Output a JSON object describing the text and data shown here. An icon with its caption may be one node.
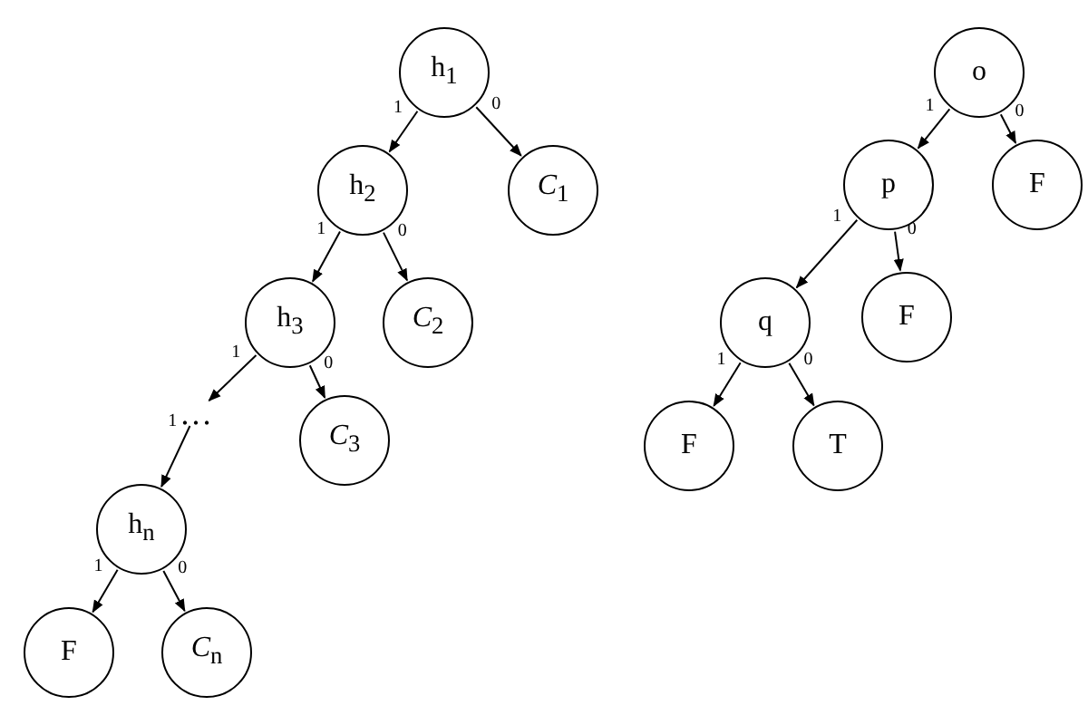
{
  "diagram": {
    "nodes": [
      {
        "text": [
          "h$_{1}$"
        ]
      },
      {
        "text": [
          "h$_{2}$"
        ]
      },
      {
        "text": [
          "*C*$_{1}$"
        ]
      },
      {
        "text": [
          "h$_{3}$"
        ]
      },
      {
        "text": [
          "*C*$_{2}$"
        ]
      },
      {
        "text": [
          "…"
        ]
      },
      {
        "text": [
          "*C*$_{3}$"
        ]
      },
      {
        "text": [
          "h$_{n}$"
        ]
      },
      {
        "text": [
          "F"
        ]
      },
      {
        "text": [
          "*C*$_{n}$"
        ]
      },
      {
        "text": [
          "o"
        ]
      },
      {
        "text": [
          "p"
        ]
      },
      {
        "text": [
          "F"
        ]
      },
      {
        "text": [
          "q"
        ]
      },
      {
        "text": [
          "F"
        ]
      },
      {
        "text": [
          "F"
        ]
      },
      {
        "text": [
          "T"
        ]
      }
    ],
    "edges": [
      {
        "from": 0,
        "to": 1,
        "arrow": "to",
        "label": "1"
      },
      {
        "from": 0,
        "to": 2,
        "arrow": "to",
        "label": "0"
      },
      {
        "from": 1,
        "to": 3,
        "arrow": "to",
        "label": "1"
      },
      {
        "from": 1,
        "to": 4,
        "arrow": "to",
        "label": "0"
      },
      {
        "from": 3,
        "to": 5,
        "arrow": "to",
        "label": "1"
      },
      {
        "from": 3,
        "to": 6,
        "arrow": "to",
        "label": "0"
      },
      {
        "from": 5,
        "to": 7,
        "arrow": "to",
        "label": "1"
      },
      {
        "from": 7,
        "to": 8,
        "arrow": "to",
        "label": "1"
      },
      {
        "from": 7,
        "to": 9,
        "arrow": "to",
        "label": "0"
      },
      {
        "from": 10,
        "to": 11,
        "arrow": "to",
        "label": "1"
      },
      {
        "from": 10,
        "to": 12,
        "arrow": "to",
        "label": "0"
      },
      {
        "from": 11,
        "to": 13,
        "arrow": "to",
        "label": "1"
      },
      {
        "from": 11,
        "to": 14,
        "arrow": "to",
        "label": "0"
      },
      {
        "from": 13,
        "to": 15,
        "arrow": "to",
        "label": "1"
      },
      {
        "from": 13,
        "to": 16,
        "arrow": "to",
        "label": "0"
      }
    ]
  }
}
